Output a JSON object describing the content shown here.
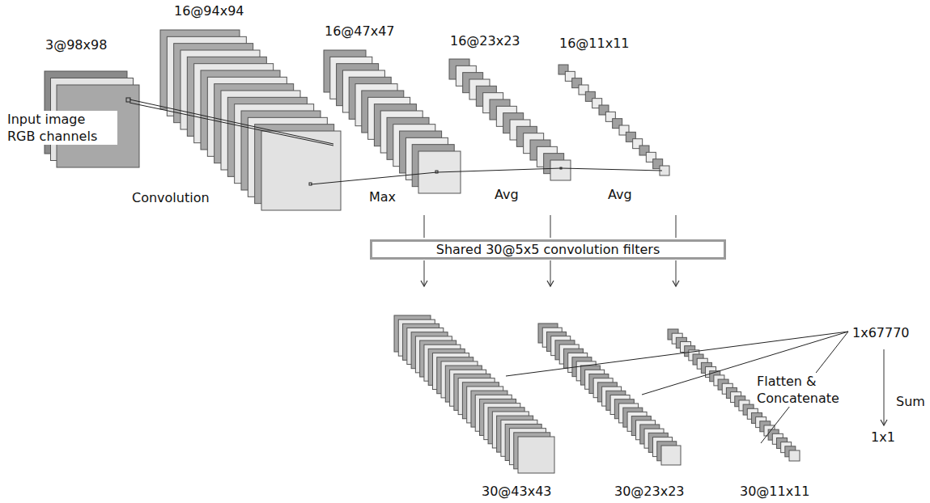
{
  "diagram": {
    "nodes": [
      {
        "text": [
          "Shared 30@5x5 convolution filters"
        ]
      }
    ],
    "labels": [
      "3@98x98",
      "Input image RGB channels",
      "16@94x94",
      "Convolution",
      "16@47x47",
      "Max",
      "16@23x23",
      "Avg",
      "16@11x11",
      "Avg",
      "30@43x43",
      "30@23x23",
      "30@11x11",
      "1x67770",
      "Flatten & Concatenate",
      "Sum",
      "1x1"
    ]
  }
}
